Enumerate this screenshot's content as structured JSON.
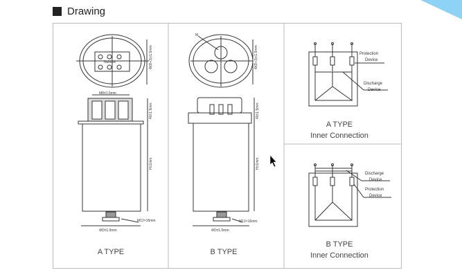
{
  "section": {
    "title": "Drawing"
  },
  "panels": {
    "a_type": {
      "caption": "A TYPE",
      "dim_top_diameter": "Φ(D+3)±1.5mm",
      "dim_terminal": "M8±1.5mm",
      "dim_terminal_height": "40±1.5mm",
      "dim_height": "H±1mm",
      "dim_bolt": "M12×16mm",
      "dim_diameter": "ΦD±1.5mm",
      "brand": "Nuintek"
    },
    "b_type": {
      "caption": "B TYPE",
      "marker": "M",
      "dim_top_diameter": "Φ(D+3)±1.5mm",
      "dim_terminal_height": "40±1.5mm",
      "dim_height": "H±1mm",
      "dim_bolt": "M12×16mm",
      "dim_diameter": "ΦD±1.5mm"
    },
    "a_inner": {
      "caption1": "A TYPE",
      "caption2": "Inner Connection",
      "protection_1": "Protection",
      "protection_2": "Device",
      "discharge_1": "Discharge",
      "discharge_2": "Device"
    },
    "b_inner": {
      "caption1": "B TYPE",
      "caption2": "Inner Connection",
      "protection_1": "Protection",
      "protection_2": "Device",
      "discharge_1": "Discharge",
      "discharge_2": "Device"
    }
  },
  "colors": {
    "accent": "#8fd3f4"
  }
}
